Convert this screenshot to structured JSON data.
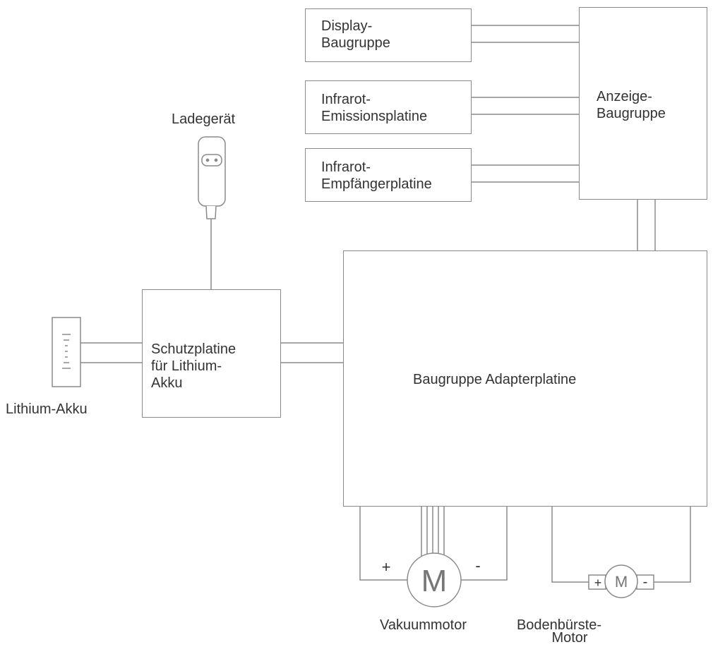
{
  "diagram": {
    "blocks": {
      "display": [
        "Display-",
        "Baugruppe"
      ],
      "ir_emission": [
        "Infrarot-",
        "Emissionsplatine"
      ],
      "ir_receiver": [
        "Infrarot-",
        "Empfängerplatine"
      ],
      "anzeige": [
        "Anzeige-",
        "Baugruppe"
      ],
      "schutz": [
        "Schutzplatine",
        "für Lithium-",
        "Akku"
      ],
      "adapter": "Baugruppe Adapterplatine"
    },
    "labels": {
      "charger": "Ladegerät",
      "battery": "Lithium-Akku",
      "vacuum_motor": "Vakuummotor",
      "brush_motor": [
        "Bodenbürste-",
        "Motor"
      ],
      "motor_symbol": "M",
      "plus": "+",
      "minus": "-"
    },
    "colors": {
      "line": "#8a8a8a",
      "text": "#333333"
    }
  }
}
